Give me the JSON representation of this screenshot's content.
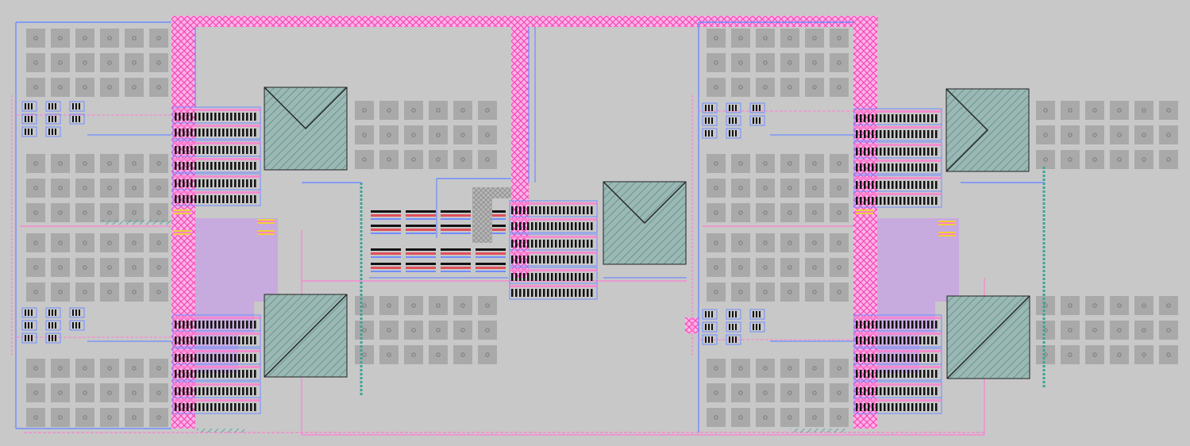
{
  "layout_view": {
    "background": "#c8c8c8",
    "colors": {
      "fill_tile": "#a9a9a9",
      "fill_tile_dot": "#7a7a7a",
      "metal_pink": "#ff7fd0",
      "metal_pink_hatch": "#f04ab8",
      "metal_blue": "#6f8cff",
      "diffusion_teal": "#3aa39a",
      "pad_fill": "#9bb8b4",
      "pad_hatch": "#5b8f8a",
      "nwell_purple": "#c7a0e6",
      "device_black": "#111111",
      "poly_red": "#e0505a",
      "via_yellow": "#e8d23a"
    },
    "blocks": [
      {
        "id": "amp-top-left",
        "pad_marker": "chevron-down"
      },
      {
        "id": "amp-bottom-left",
        "pad_marker": "diagonal"
      },
      {
        "id": "amp-center",
        "pad_marker": "chevron-down"
      },
      {
        "id": "amp-top-right",
        "pad_marker": "chevron-right"
      },
      {
        "id": "amp-bottom-right",
        "pad_marker": "diagonal"
      }
    ]
  }
}
